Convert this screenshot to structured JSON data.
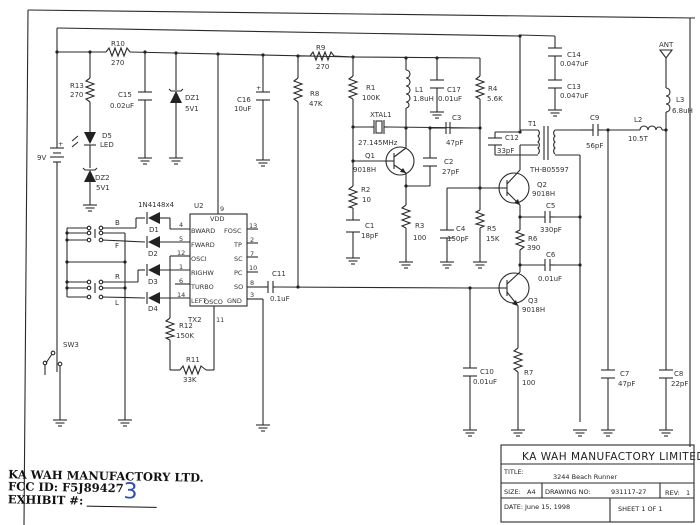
{
  "title_block": {
    "company": "KA WAH MANUFACTORY LIMITED",
    "title_label": "TITLE:",
    "title_value": "3244 Beach Runner",
    "size_label": "SIZE:",
    "size_value": "A4",
    "drawing_label": "DRAWING NO:",
    "drawing_value": "931117-27",
    "rev_label": "REV:",
    "rev_value": "1",
    "date_label": "DATE:",
    "date_value": "June 15, 1998",
    "sheet_text": "SHEET  1   OF   1"
  },
  "stamp": {
    "line1": "KA WAH MANUFACTORY LTD.",
    "line2": "FCC ID: F5J89427",
    "line3": "EXHIBIT #:",
    "exhibit_number": "3"
  },
  "components": {
    "R10": {
      "ref": "R10",
      "value": "270"
    },
    "R13": {
      "ref": "R13",
      "value": "270"
    },
    "C15": {
      "ref": "C15",
      "value": "0.02uF"
    },
    "DZ1": {
      "ref": "DZ1",
      "value": "5V1"
    },
    "D5": {
      "ref": "D5",
      "value": "LED"
    },
    "DZ2": {
      "ref": "DZ2",
      "value": "5V1"
    },
    "BAT": {
      "value": "9V"
    },
    "C16": {
      "ref": "C16",
      "value": "10uF"
    },
    "R9": {
      "ref": "R9",
      "value": "270"
    },
    "R8": {
      "ref": "R8",
      "value": "47K"
    },
    "R1": {
      "ref": "R1",
      "value": "100K"
    },
    "L1": {
      "ref": "L1",
      "value": "1.8uH"
    },
    "C17": {
      "ref": "C17",
      "value": "0.01uF"
    },
    "R4": {
      "ref": "R4",
      "value": "5.6K"
    },
    "C14": {
      "ref": "C14",
      "value": "0.047uF"
    },
    "C13": {
      "ref": "C13",
      "value": "0.047uF"
    },
    "ANT": {
      "ref": "ANT"
    },
    "L3": {
      "ref": "L3",
      "value": "6.8uH"
    },
    "XTAL1": {
      "ref": "XTAL1",
      "value": "27.145MHz"
    },
    "C3": {
      "ref": "C3",
      "value": "47pF"
    },
    "C12": {
      "ref": "C12",
      "value": "33pF"
    },
    "T1": {
      "ref": "T1",
      "value": "TH-B05597"
    },
    "C9": {
      "ref": "C9",
      "value": "56pF"
    },
    "L2": {
      "ref": "L2",
      "value": "10.5T"
    },
    "Q1": {
      "ref": "Q1",
      "value": "9018H"
    },
    "C2": {
      "ref": "C2",
      "value": "27pF"
    },
    "R2": {
      "ref": "R2",
      "value": "10"
    },
    "C1": {
      "ref": "C1",
      "value": "18pF"
    },
    "R3": {
      "ref": "R3",
      "value": "100"
    },
    "C4": {
      "ref": "C4",
      "value": "150pF"
    },
    "R5": {
      "ref": "R5",
      "value": "15K"
    },
    "Q2": {
      "ref": "Q2",
      "value": "9018H"
    },
    "C5": {
      "ref": "C5",
      "value": "330pF"
    },
    "R6": {
      "ref": "R6",
      "value": "390"
    },
    "C6": {
      "ref": "C6",
      "value": "0.01uF"
    },
    "Q3": {
      "ref": "Q3",
      "value": "9018H"
    },
    "C11": {
      "ref": "C11",
      "value": "0.1uF"
    },
    "C10": {
      "ref": "C10",
      "value": "0.01uF"
    },
    "R7": {
      "ref": "R7",
      "value": "100"
    },
    "C7": {
      "ref": "C7",
      "value": "47pF"
    },
    "C8": {
      "ref": "C8",
      "value": "22pF"
    },
    "R12": {
      "ref": "R12",
      "value": "150K"
    },
    "R11": {
      "ref": "R11",
      "value": "33K"
    },
    "SW3": {
      "ref": "SW3"
    },
    "diodes": {
      "part": "1N4148x4",
      "D1": "D1",
      "D2": "D2",
      "D3": "D3",
      "D4": "D4"
    },
    "switches": {
      "B": "B",
      "F": "F",
      "R": "R",
      "L": "L"
    }
  },
  "ic": {
    "ref": "U2",
    "name": "TX2",
    "top_pin": {
      "num": "9",
      "name": "VDD"
    },
    "bottom_pin": {
      "num": "11",
      "name": "OSCO"
    },
    "left_pins": [
      {
        "num": "4",
        "name": "BWARD"
      },
      {
        "num": "5",
        "name": "FWARD"
      },
      {
        "num": "12",
        "name": "OSCI"
      },
      {
        "num": "1",
        "name": "RIGHW"
      },
      {
        "num": "6",
        "name": "TURBO"
      },
      {
        "num": "14",
        "name": "LEFT"
      }
    ],
    "right_pins": [
      {
        "num": "13",
        "name": "FOSC"
      },
      {
        "num": "2",
        "name": "TP"
      },
      {
        "num": "7",
        "name": "SC"
      },
      {
        "num": "10",
        "name": "PC"
      },
      {
        "num": "8",
        "name": "SO"
      },
      {
        "num": "3",
        "name": "GND"
      }
    ]
  }
}
